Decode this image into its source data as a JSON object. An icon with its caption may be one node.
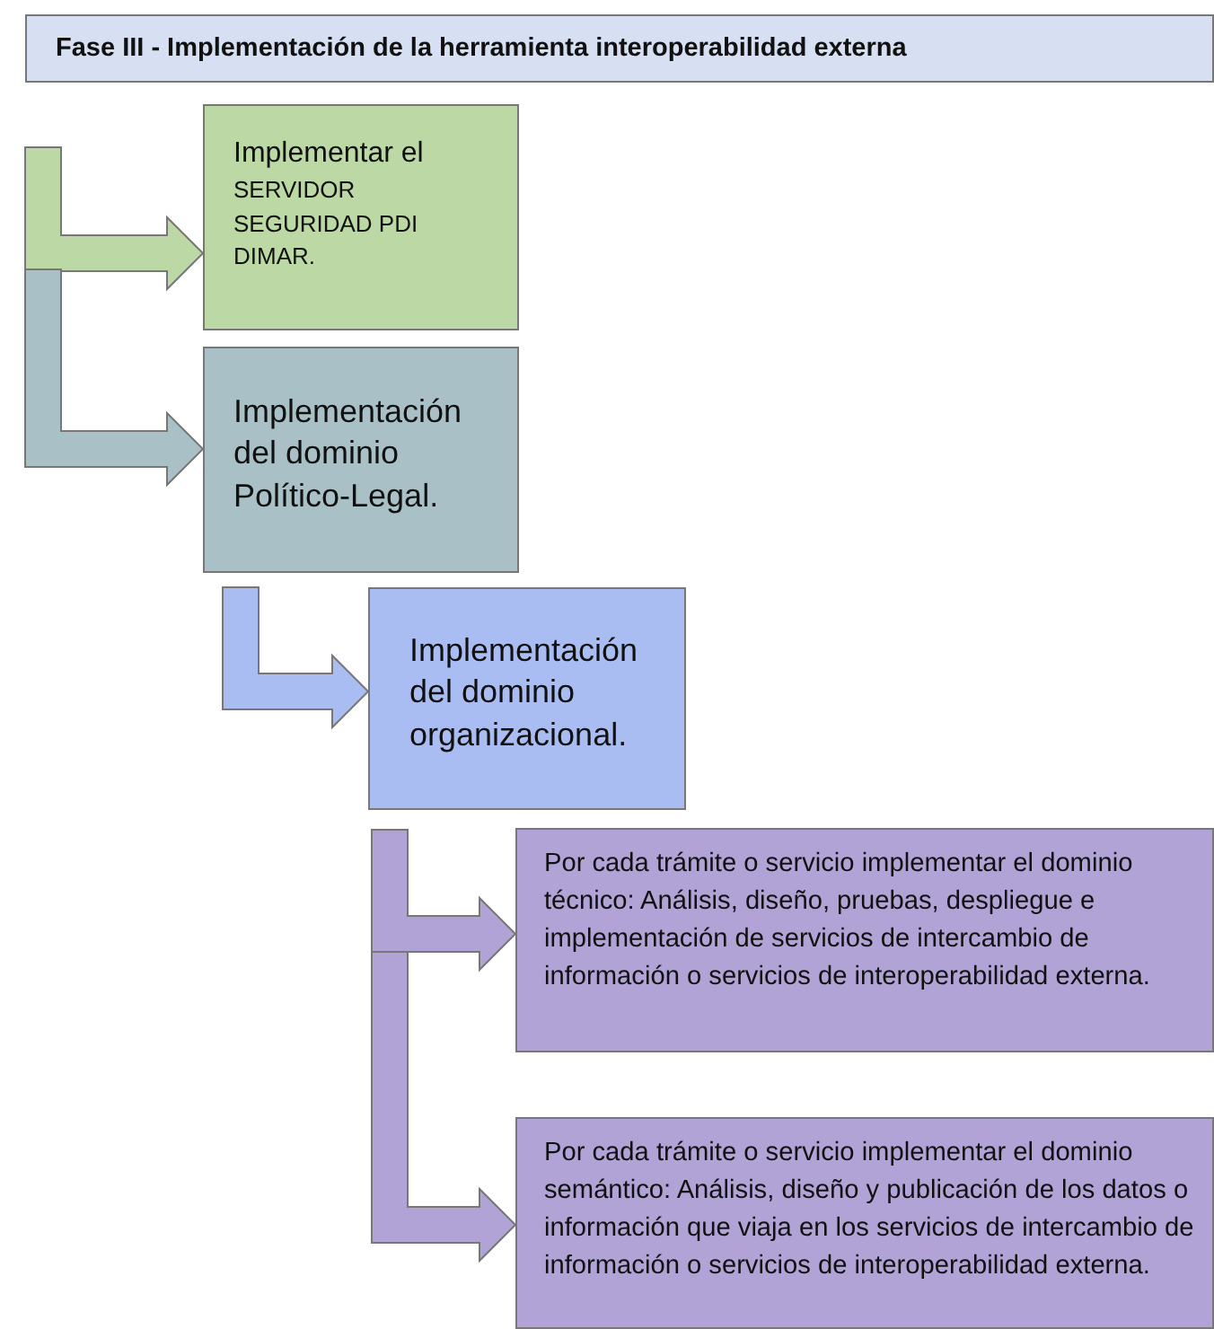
{
  "diagram": {
    "title": "Fase III - Implementación de la herramienta interoperabilidad externa",
    "nodes": [
      {
        "text": [
          "Implementar el",
          "SERVIDOR SEGURIDAD PDI DIMAR."
        ]
      },
      {
        "text": [
          "Implementación del dominio Político-Legal."
        ]
      },
      {
        "text": [
          "Implementación del dominio organizacional."
        ]
      },
      {
        "text": [
          "Por cada trámite o servicio implementar el dominio técnico: Análisis, diseño, pruebas, despliegue e implementación de servicios de intercambio de información o servicios de interoperabilidad externa."
        ]
      },
      {
        "text": [
          "Por cada trámite o servicio implementar el dominio semántico: Análisis, diseño y publicación de los datos o información que viaja en los  servicios de intercambio de información o servicios de interoperabilidad externa."
        ]
      }
    ],
    "edges": [
      {
        "from": null,
        "to": 0,
        "arrow": "to",
        "color": "#bcd8a5"
      },
      {
        "from": null,
        "to": 1,
        "arrow": "to",
        "color": "#a9c1c6"
      },
      {
        "from": null,
        "to": 2,
        "arrow": "to",
        "color": "#aabdf2"
      },
      {
        "from": null,
        "to": 3,
        "arrow": "to",
        "color": "#b1a3d6"
      },
      {
        "from": null,
        "to": 4,
        "arrow": "to",
        "color": "#b1a3d6"
      }
    ]
  }
}
